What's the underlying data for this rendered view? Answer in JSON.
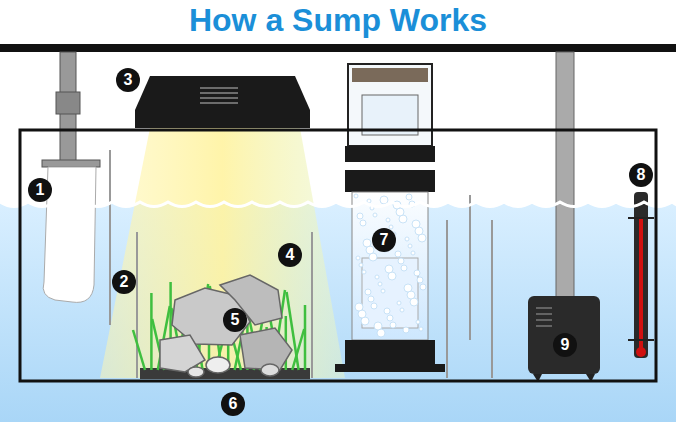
{
  "diagram": {
    "title": "How a Sump Works",
    "labels": [
      "1",
      "2",
      "3",
      "4",
      "5",
      "6",
      "7",
      "8",
      "9"
    ]
  }
}
